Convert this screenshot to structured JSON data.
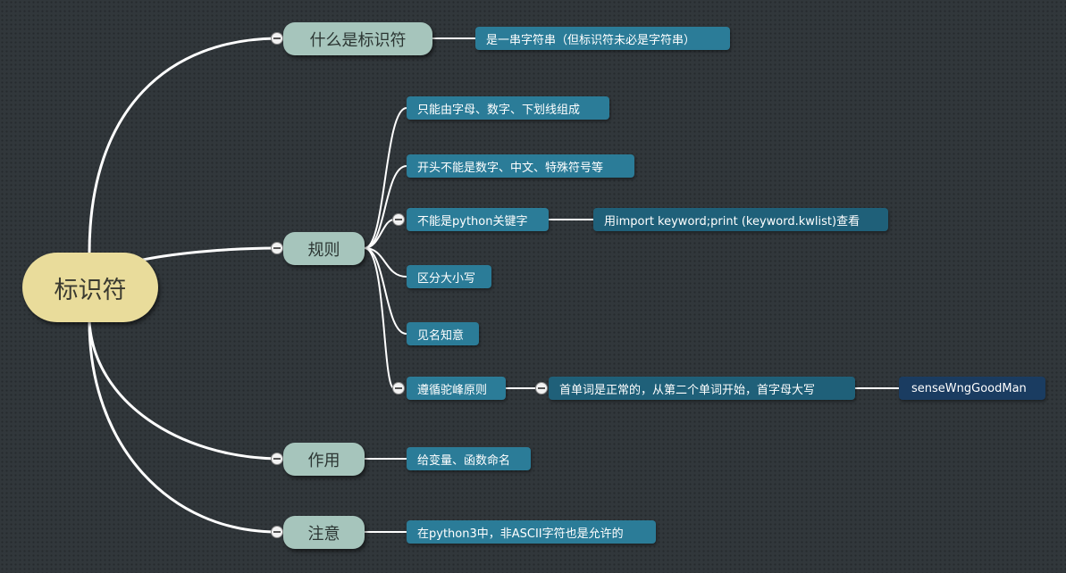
{
  "root": {
    "label": "标识符"
  },
  "branches": {
    "definition": {
      "label": "什么是标识符",
      "note": "是一串字符串（但标识符未必是字符串）"
    },
    "rules": {
      "label": "规则",
      "items": {
        "chars": "只能由字母、数字、下划线组成",
        "start": "开头不能是数字、中文、特殊符号等",
        "keyword": "不能是python关键字",
        "keyword_tip": "用import keyword;print (keyword.kwlist)查看",
        "case": "区分大小写",
        "meaningful": "见名知意",
        "camel": "遵循驼峰原则",
        "camel_desc": "首单词是正常的，从第二个单词开始，首字母大写",
        "camel_example": "senseWngGoodMan"
      }
    },
    "purpose": {
      "label": "作用",
      "note": "给变量、函数命名"
    },
    "caution": {
      "label": "注意",
      "note": "在python3中，非ASCII字符也是允许的"
    }
  }
}
